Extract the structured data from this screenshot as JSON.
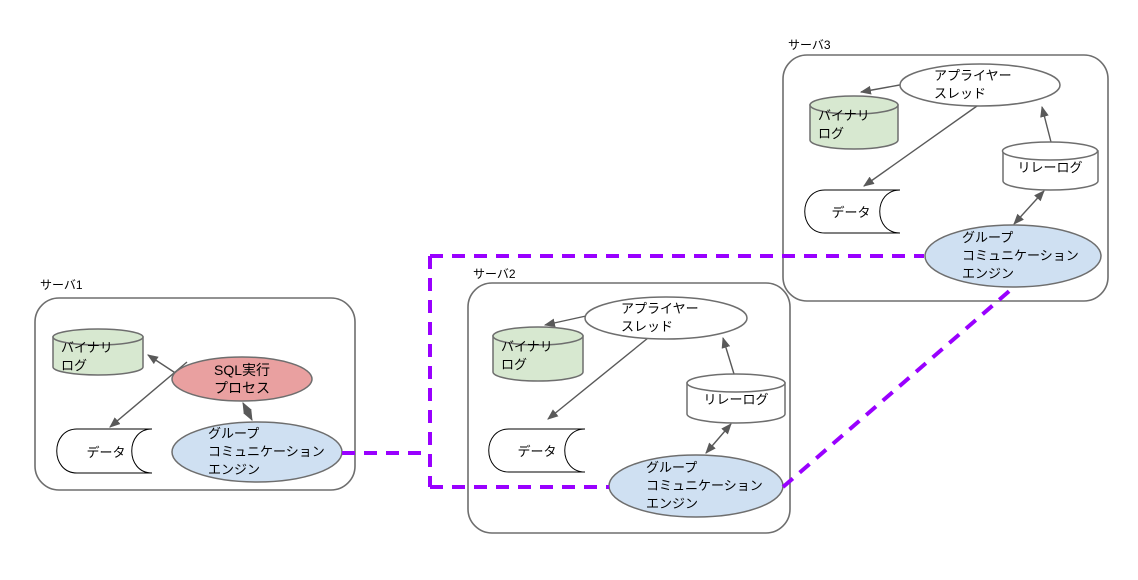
{
  "colors": {
    "server_box_stroke": "#6e6e6e",
    "binary_log_fill": "#d7e8d0",
    "sql_process_fill": "#e9a0a0",
    "group_comm_fill": "#cfe0f2",
    "applier_fill": "#ffffff",
    "relay_log_fill": "#ffffff",
    "data_store_fill": "#ffffff",
    "arrow": "#595959",
    "replication_link": "#9900ff",
    "text": "#000000"
  },
  "servers": [
    {
      "label": "サーバ1",
      "binary_log": {
        "lines": [
          "バイナリ",
          "ログ"
        ]
      },
      "data_store": {
        "label": "データ"
      },
      "sql_process": {
        "lines": [
          "SQL実行",
          "プロセス"
        ]
      },
      "group_comm": {
        "lines": [
          "グループ",
          "コミュニケーション",
          "エンジン"
        ]
      }
    },
    {
      "label": "サーバ2",
      "applier_thread": {
        "lines": [
          "アプライヤー",
          "スレッド"
        ]
      },
      "binary_log": {
        "lines": [
          "バイナリ",
          "ログ"
        ]
      },
      "relay_log": {
        "label": "リレーログ"
      },
      "data_store": {
        "label": "データ"
      },
      "group_comm": {
        "lines": [
          "グループ",
          "コミュニケーション",
          "エンジン"
        ]
      }
    },
    {
      "label": "サーバ3",
      "applier_thread": {
        "lines": [
          "アプライヤー",
          "スレッド"
        ]
      },
      "binary_log": {
        "lines": [
          "バイナリ",
          "ログ"
        ]
      },
      "relay_log": {
        "label": "リレーログ"
      },
      "data_store": {
        "label": "データ"
      },
      "group_comm": {
        "lines": [
          "グループ",
          "コミュニケーション",
          "エンジン"
        ]
      }
    }
  ]
}
